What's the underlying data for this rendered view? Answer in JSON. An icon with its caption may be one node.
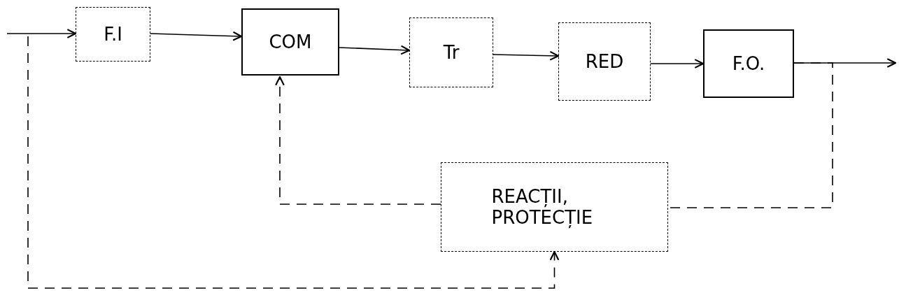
{
  "diagram": {
    "nodes": [
      {
        "text": [
          "F.I"
        ]
      },
      {
        "text": [
          "COM"
        ]
      },
      {
        "text": [
          "Tr"
        ]
      },
      {
        "text": [
          "RED"
        ]
      },
      {
        "text": [
          "F.O."
        ]
      },
      {
        "text": [
          "REACȚII, PROTECȚIE"
        ]
      }
    ],
    "edges": [
      {
        "from": null,
        "to": 0,
        "arrow": "to"
      },
      {
        "from": 0,
        "to": 1,
        "arrow": "to"
      },
      {
        "from": 1,
        "to": 2,
        "arrow": "to"
      },
      {
        "from": 2,
        "to": 3,
        "arrow": "to"
      },
      {
        "from": 3,
        "to": 4,
        "arrow": "to"
      },
      {
        "from": 4,
        "to": null,
        "arrow": "to"
      },
      {
        "from": 4,
        "to": 5,
        "arrow": "none",
        "style": "dashed"
      },
      {
        "from": 5,
        "to": 1,
        "arrow": "to",
        "style": "dashed"
      },
      {
        "from": null,
        "to": 5,
        "arrow": "to",
        "style": "dashed"
      }
    ]
  }
}
